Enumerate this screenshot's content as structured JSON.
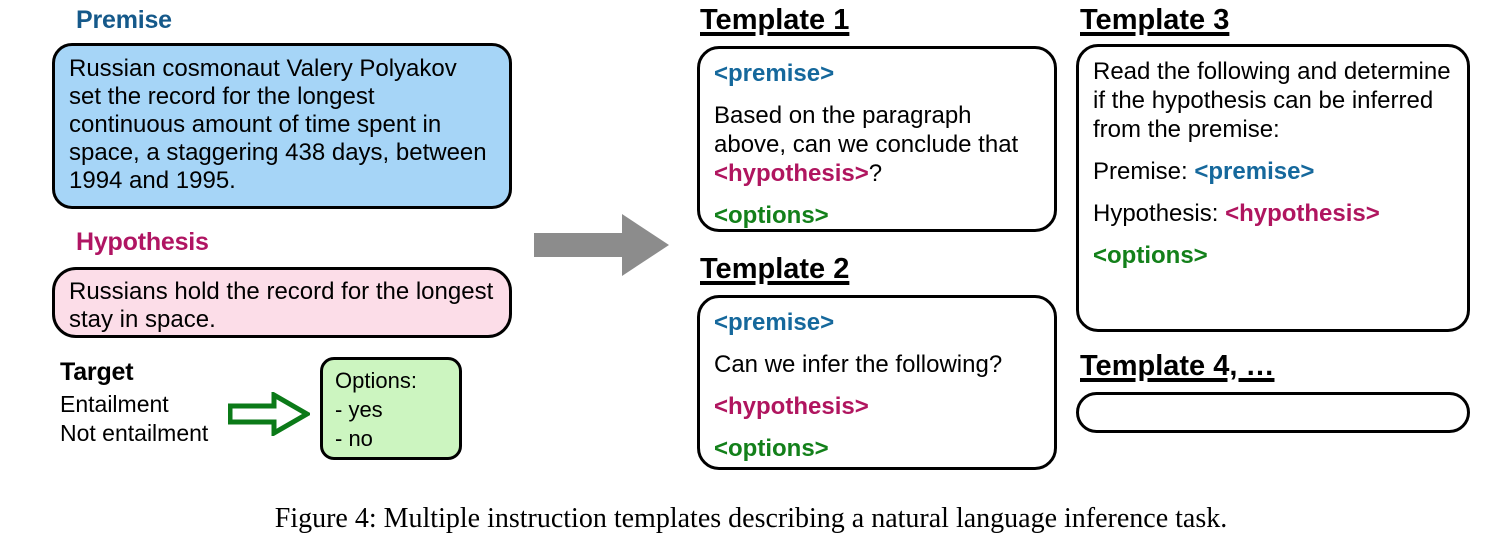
{
  "figure": {
    "caption": "Figure 4: Multiple instruction templates describing a natural language inference task."
  },
  "example": {
    "premise": {
      "label": "Premise",
      "text": "Russian cosmonaut Valery Polyakov set the record for the longest continuous amount of time spent in space, a staggering 438 days, between 1994 and 1995."
    },
    "hypothesis": {
      "label": "Hypothesis",
      "text": "Russians hold the record for the longest stay in space."
    },
    "target": {
      "label": "Target",
      "classes": [
        "Entailment",
        "Not entailment"
      ]
    },
    "options": {
      "heading": "Options:",
      "items": [
        "-  yes",
        "-  no"
      ]
    }
  },
  "templates": [
    {
      "title": "Template 1",
      "lines": [
        [
          {
            "text": "<premise>",
            "style": "tag-premise"
          }
        ],
        [
          {
            "text": "Based on the paragraph above, can we conclude that ",
            "style": "plain"
          },
          {
            "text": "<hypothesis>",
            "style": "tag-hypothesis"
          },
          {
            "text": "?",
            "style": "plain"
          }
        ],
        [
          {
            "text": "<options>",
            "style": "tag-options"
          }
        ]
      ]
    },
    {
      "title": "Template 2",
      "lines": [
        [
          {
            "text": "<premise>",
            "style": "tag-premise"
          }
        ],
        [
          {
            "text": "Can we infer the following?",
            "style": "plain"
          }
        ],
        [
          {
            "text": "<hypothesis>",
            "style": "tag-hypothesis"
          }
        ],
        [
          {
            "text": "<options>",
            "style": "tag-options"
          }
        ]
      ]
    },
    {
      "title": "Template 3",
      "lines": [
        [
          {
            "text": "Read the following and determine if the hypothesis can be inferred from the premise:",
            "style": "plain"
          }
        ],
        [
          {
            "text": "Premise: ",
            "style": "plain"
          },
          {
            "text": "<premise>",
            "style": "tag-premise"
          }
        ],
        [
          {
            "text": "Hypothesis: ",
            "style": "plain"
          },
          {
            "text": "<hypothesis>",
            "style": "tag-hypothesis"
          }
        ],
        [
          {
            "text": "<options>",
            "style": "tag-options"
          }
        ]
      ]
    },
    {
      "title": "Template 4, …",
      "lines": []
    }
  ],
  "colors": {
    "premise_fill": "#a6d5f7",
    "hypothesis_fill": "#fcdde8",
    "options_fill": "#ccf5c0",
    "premise_accent": "#15598a",
    "hypothesis_accent": "#b01563",
    "options_accent": "#13801a",
    "flow_arrow": "#8c8c8c",
    "outline": "#000000"
  }
}
